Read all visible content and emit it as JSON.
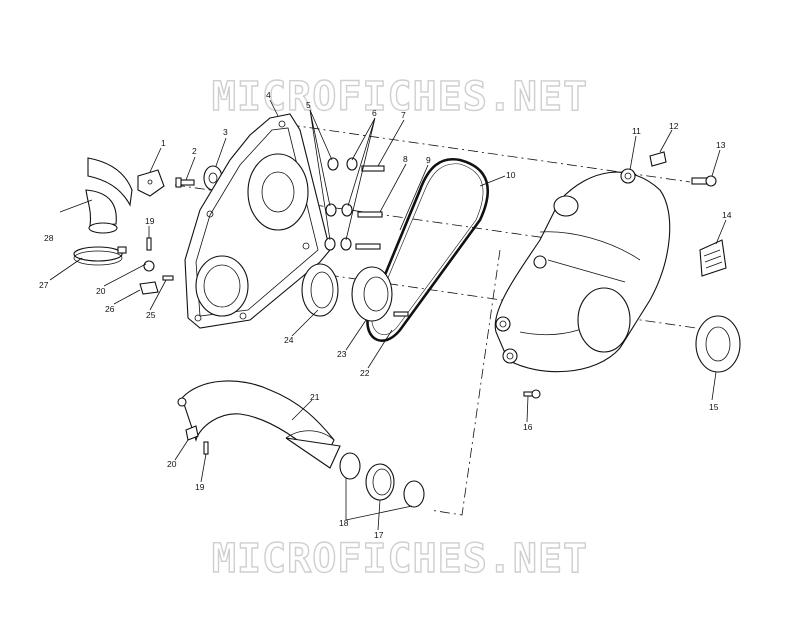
{
  "watermark": {
    "top": "MICROFICHES.NET",
    "bottom": "MICROFICHES.NET"
  },
  "callouts": {
    "c1": "1",
    "c2": "2",
    "c3": "3",
    "c4": "4",
    "c5": "5",
    "c6": "6",
    "c7": "7",
    "c8": "8",
    "c9": "9",
    "c10": "10",
    "c11": "11",
    "c12": "12",
    "c13": "13",
    "c14": "14",
    "c15": "15",
    "c16": "16",
    "c17": "17",
    "c18": "18",
    "c19a": "19",
    "c19b": "19",
    "c20a": "20",
    "c20b": "20",
    "c21": "21",
    "c22": "22",
    "c23": "23",
    "c24": "24",
    "c25": "25",
    "c26": "26",
    "c27": "27",
    "c28": "28"
  }
}
